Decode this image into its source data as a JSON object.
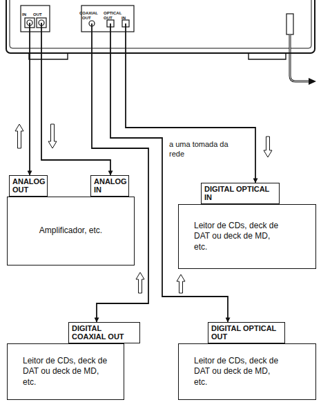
{
  "diagram": {
    "nodes": [
      {
        "text": [
          "IN",
          "OUT",
          "COAXIAL",
          "OPTICAL",
          "OUT",
          "OUT",
          "IN"
        ]
      },
      {
        "text": [
          "ANALOG OUT",
          "ANALOG IN",
          "Amplificador, etc."
        ]
      },
      {
        "text": [
          "DIGITAL OPTICAL IN",
          "Leitor de CDs, deck de DAT ou deck de MD, etc."
        ]
      },
      {
        "text": [
          "DIGITAL COAXIAL OUT",
          "Leitor de CDs, deck de DAT ou deck de MD, etc."
        ]
      },
      {
        "text": [
          "DIGITAL OPTICAL OUT",
          "Leitor de CDs, deck de DAT ou deck de MD, etc."
        ]
      }
    ],
    "edges": [
      {
        "from": 0,
        "to": 1,
        "arrow": "to"
      },
      {
        "from": 0,
        "to": 1,
        "arrow": "to"
      },
      {
        "from": 0,
        "to": 3,
        "arrow": "to"
      },
      {
        "from": 0,
        "to": 4,
        "arrow": "to"
      },
      {
        "from": 0,
        "to": 2,
        "arrow": "to"
      }
    ],
    "labels": [
      "a uma tomada da rede"
    ]
  }
}
